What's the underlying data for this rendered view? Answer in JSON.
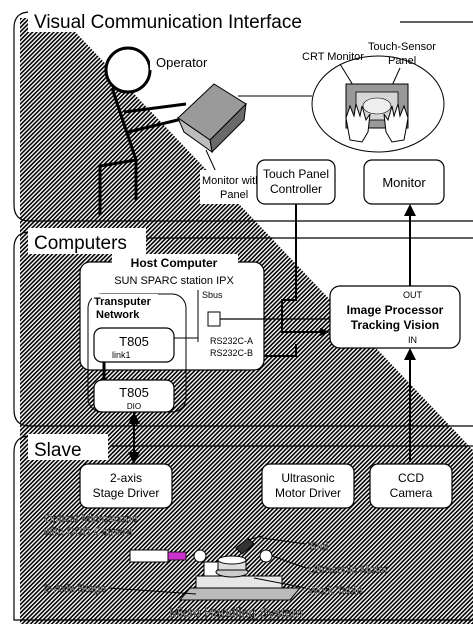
{
  "sections": {
    "visual": "Visual Communication Interface",
    "computers": "Computers",
    "slave": "Slave"
  },
  "labels": {
    "operator": "Operator",
    "crt_monitor": "CRT Monitor",
    "touch_sensor_panel_1": "Touch-Sensor",
    "touch_sensor_panel_2": "Panel",
    "monitor_with_panel_1": "Monitor with",
    "monitor_with_panel_2": "Panel",
    "touch_panel_controller_1": "Touch Panel",
    "touch_panel_controller_2": "Controller",
    "monitor": "Monitor",
    "host_computer": "Host Computer",
    "sun_sparc": "SUN SPARC station IPX",
    "transputer_1": "Transputer",
    "transputer_2": "Network",
    "sbus": "Sbus",
    "t805_top": "T805",
    "link1": "link1",
    "rs232c_a": "RS232C-A",
    "rs232c_b": "RS232C-B",
    "t805_bottom": "T805",
    "dio": "DIO",
    "out": "OUT",
    "image_processor_1": "Image Processor",
    "image_processor_2": "Tracking Vision",
    "in": "IN",
    "stage_driver_1": "2-axis",
    "stage_driver_2": "Stage Driver",
    "ultrasonic_driver_1": "Ultrasonic",
    "ultrasonic_driver_2": "Motor Driver",
    "ccd_camera_1": "CCD",
    "ccd_camera_2": "Camera",
    "optical_microscope_1": "Optical Microscope",
    "optical_microscope_2": "with CCD Camera",
    "tool": "Tool",
    "ultrasonic_motor": "Ultrasonic Motor",
    "work_table": "Work Table",
    "two_axis_stage": "2-Axis Stage",
    "micro_handling": "Micro Handling System"
  },
  "colors": {
    "hatch": "#000000",
    "background": "#ffffff",
    "tool_tip": "#cc33cc",
    "camera_body": "#ffffff"
  }
}
